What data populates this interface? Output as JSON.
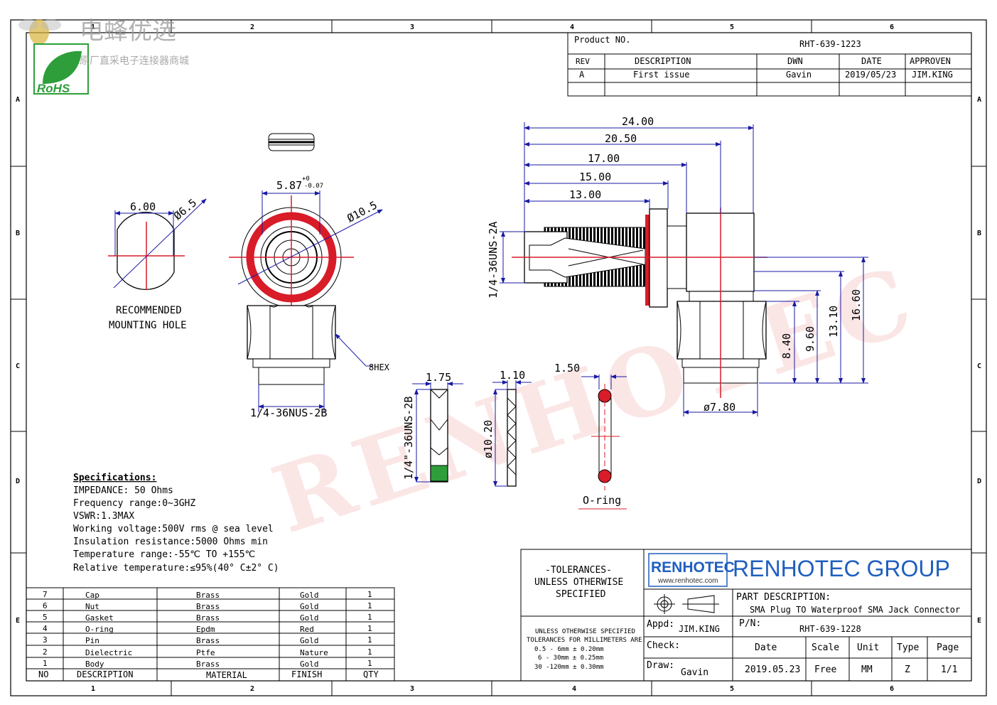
{
  "watermark": {
    "brand_cn": "电蜂优选",
    "tagline_cn": "原厂直采电子连接器商城",
    "rohs": "RoHS",
    "diagonal": "RENHOTEC"
  },
  "border": {
    "columns": [
      "1",
      "2",
      "3",
      "4",
      "5",
      "6"
    ],
    "rows": [
      "A",
      "B",
      "C",
      "D",
      "E"
    ]
  },
  "revision": {
    "product_no_label": "Product NO.",
    "product_no": "RHT-639-1223",
    "headers": [
      "REV",
      "DESCRIPTION",
      "DWN",
      "DATE",
      "APPROVEN"
    ],
    "row": [
      "A",
      "First issue",
      "Gavin",
      "2019/05/23",
      "JIM.KING"
    ]
  },
  "dims": {
    "d600": "6.00",
    "d65": "Ø6.5",
    "d587": "5.87",
    "tol_plus": "+0",
    "tol_minus": "-0.07",
    "d105": "Ø10.5",
    "d2400": "24.00",
    "d2050": "20.50",
    "d1700": "17.00",
    "d1500": "15.00",
    "d1300": "13.00",
    "thread_2a": "1/4-36UNS-2A",
    "d840": "8.40",
    "d960": "9.60",
    "d1310": "13.10",
    "d1660": "16.60",
    "d780": "ø7.80",
    "hex": "8HEX",
    "thread_2b_front": "1/4-36NUS-2B",
    "d175": "1.75",
    "thread_2b_nut": "1/4\"-36UNS-2B",
    "d110": "1.10",
    "d1020": "ø10.20",
    "d150": "1.50"
  },
  "labels": {
    "recommended": "RECOMMENDED",
    "mounting_hole": "MOUNTING HOLE",
    "oring": "O-ring"
  },
  "specs": {
    "title": "Specifications:",
    "lines": [
      "IMPEDANCE: 50 Ohms",
      "Frequency range:0~3GHZ",
      "VSWR:1.3MAX",
      "Working voltage:500V rms @ sea level",
      "Insulation resistance:5000 Ohms min",
      "Temperature range:-55℃ TO +155℃",
      "Relative temperature:≤95%(40° C±2° C)"
    ]
  },
  "bom": {
    "rows": [
      [
        "7",
        "Cap",
        "Brass",
        "Gold",
        "1"
      ],
      [
        "6",
        "Nut",
        "Brass",
        "Gold",
        "1"
      ],
      [
        "5",
        "Gasket",
        "Brass",
        "Gold",
        "1"
      ],
      [
        "4",
        "O-ring",
        "Epdm",
        "Red",
        "1"
      ],
      [
        "3",
        "Pin",
        "Brass",
        "Gold",
        "1"
      ],
      [
        "2",
        "Dielectric",
        "Ptfe",
        "Nature",
        "1"
      ],
      [
        "1",
        "Body",
        "Brass",
        "Gold",
        "1"
      ]
    ],
    "header": [
      "NO",
      "DESCRIPTION",
      "MATERIAL",
      "FINISH",
      "QTY"
    ]
  },
  "tolerances": {
    "l1": "-TOLERANCES-",
    "l2": "UNLESS OTHERWISE",
    "l3": "SPECIFIED",
    "s1": "UNLESS OTHERWISE SPECIFIED",
    "s2": "TOLERANCES FOR MILLIMETERS ARE:",
    "s3": "0.5 - 6mm ± 0.20mm",
    "s4": "6 - 30mm ± 0.25mm",
    "s5": "30 -120mm ± 0.30mm"
  },
  "title_block": {
    "logo": "RENHOTEC",
    "logo_url": "www.renhotec.com",
    "company": "RENHOTEC GROUP",
    "part_desc_label": "PART DESCRIPTION:",
    "part_desc": "SMA Plug TO Waterproof SMA Jack Connector",
    "appd_label": "Appd:",
    "appd": "JIM.KING",
    "pn_label": "P/N:",
    "pn": "RHT-639-1228",
    "check_label": "Check:",
    "draw_label": "Draw:",
    "draw": "Gavin",
    "cols": [
      "Date",
      "Scale",
      "Unit",
      "Type",
      "Page"
    ],
    "vals": [
      "2019.05.23",
      "Free",
      "MM",
      "Z",
      "1/1"
    ]
  },
  "colors": {
    "accent_red": "#d81c28",
    "dim_blue": "#1a1aa6",
    "logo_blue": "#1f5fbf",
    "green": "#2e9e3a"
  }
}
